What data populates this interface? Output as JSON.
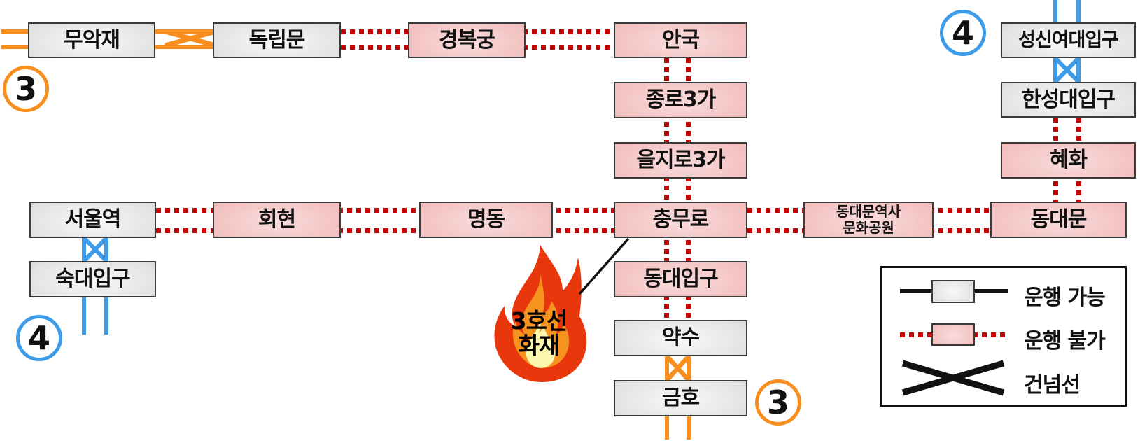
{
  "lines": {
    "line_3": {
      "number": "3",
      "color": "#F78E1E"
    },
    "line_4": {
      "number": "4",
      "color": "#3E9BE8"
    }
  },
  "badges": {
    "line3_top_left": "3",
    "line3_bottom_center": "3",
    "line4_top_right": "4",
    "line4_bottom_left": "4"
  },
  "stations": {
    "muakjae": {
      "name": "무악재",
      "status": "operational"
    },
    "dongnimmun": {
      "name": "독립문",
      "status": "operational"
    },
    "gyeongbokgung": {
      "name": "경복궁",
      "status": "blocked"
    },
    "anguk": {
      "name": "안국",
      "status": "blocked"
    },
    "jongno3ga": {
      "name": "종로3가",
      "status": "blocked"
    },
    "euljiro3ga": {
      "name": "을지로3가",
      "status": "blocked"
    },
    "seoul_station": {
      "name": "서울역",
      "status": "operational"
    },
    "hoehyeon": {
      "name": "회현",
      "status": "blocked"
    },
    "myeongdong": {
      "name": "명동",
      "status": "blocked"
    },
    "chungmuro": {
      "name": "충무로",
      "status": "blocked"
    },
    "ddp": {
      "name_line1": "동대문역사",
      "name_line2": "문화공원",
      "status": "blocked"
    },
    "dongdaemun": {
      "name": "동대문",
      "status": "blocked"
    },
    "sukdae": {
      "name": "숙대입구",
      "status": "operational"
    },
    "dongdaeipgu": {
      "name": "동대입구",
      "status": "blocked"
    },
    "yaksu": {
      "name": "약수",
      "status": "operational"
    },
    "geumho": {
      "name": "금호",
      "status": "operational"
    },
    "sungshin": {
      "name": "성신여대입구",
      "status": "operational"
    },
    "hansung": {
      "name": "한성대입구",
      "status": "operational"
    },
    "hyehwa": {
      "name": "혜화",
      "status": "blocked"
    }
  },
  "fire": {
    "label_line1": "3호선",
    "label_line2": "화재"
  },
  "legend": {
    "operational_label": "운행 가능",
    "blocked_label": "운행 불가",
    "crossover_label": "건넘선"
  },
  "status_colors": {
    "operational_line": "#111111",
    "blocked_line": "#C40505",
    "line3_orange": "#F78E1E",
    "line4_blue": "#3E9BE8"
  }
}
